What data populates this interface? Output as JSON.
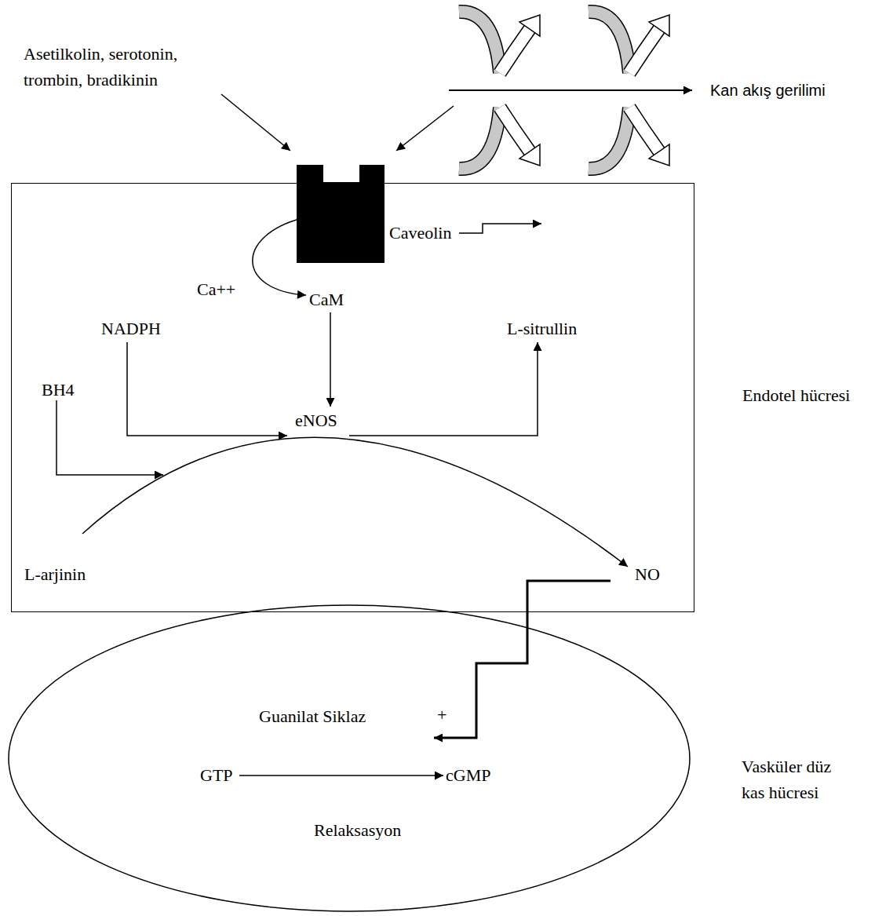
{
  "diagram": {
    "nodes": [
      {
        "text": [
          "Endotel hücresi",
          "Caveolin",
          "Ca++",
          "CaM",
          "NADPH",
          "L-sitrullin",
          "BH4",
          "eNOS",
          "L-arjinin",
          "NO"
        ]
      },
      {
        "text": [
          "Vasküler düz kas hücresi",
          "Guanilat Siklaz",
          "+",
          "GTP",
          "cGMP",
          "Relaksasyon"
        ]
      }
    ],
    "labels": [
      "Asetilkolin, serotonin, trombin, bradikinin",
      "Kan akış gerilimi"
    ]
  }
}
